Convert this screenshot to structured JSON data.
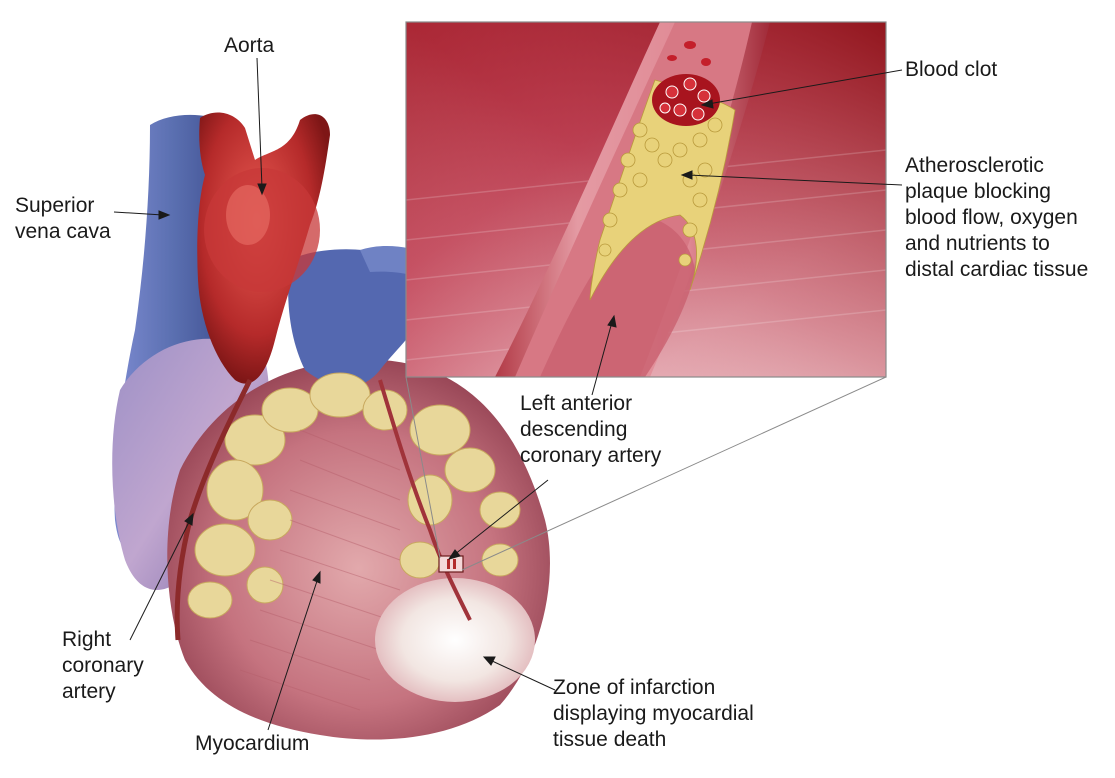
{
  "labels": {
    "aorta": [
      "Aorta"
    ],
    "svc": [
      "Superior",
      "vena cava"
    ],
    "blood_clot": [
      "Blood clot"
    ],
    "plaque": [
      "Atherosclerotic",
      "plaque blocking",
      "blood flow, oxygen",
      "and nutrients to",
      "distal cardiac tissue"
    ],
    "lad": [
      "Left anterior",
      "descending",
      "coronary artery"
    ],
    "rca": [
      "Right",
      "coronary",
      "artery"
    ],
    "myocardium": [
      "Myocardium"
    ],
    "infarction": [
      "Zone of infarction",
      "displaying myocardial",
      "tissue death"
    ]
  },
  "colors": {
    "aorta_red": "#b32a2a",
    "vein_blue": "#5a6fb0",
    "myocardium_pink": "#c98a92",
    "fat_yellow": "#e8d79a",
    "infarct_white": "#f4ecea",
    "vessel_wall": "#d98a92",
    "plaque_yellow": "#e8d27a"
  }
}
